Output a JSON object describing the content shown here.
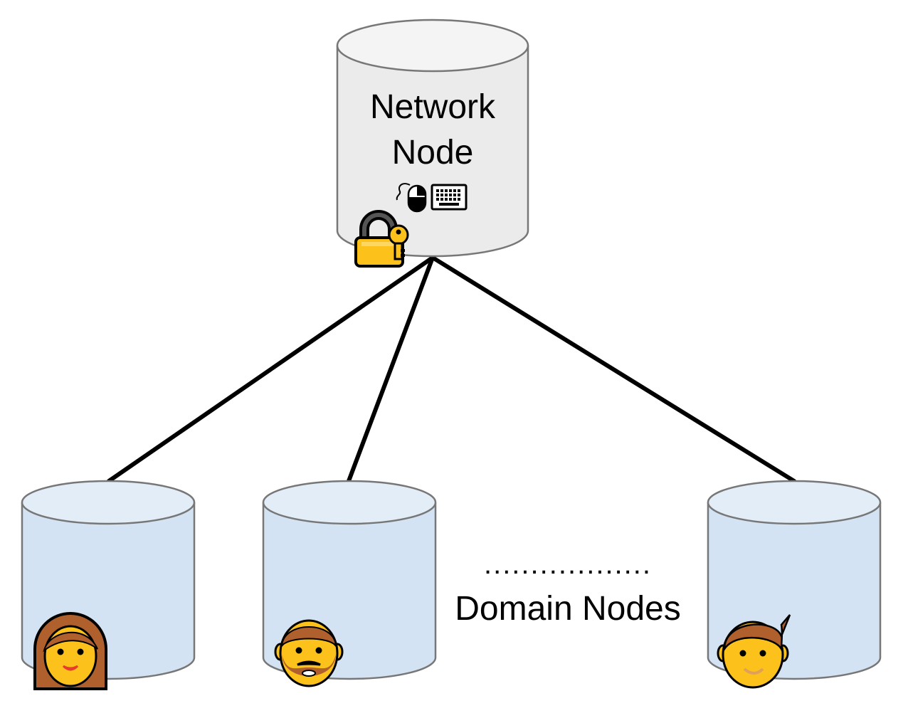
{
  "network_node": {
    "line1": "Network",
    "line2": "Node",
    "icons": [
      "mouse-icon",
      "keyboard-icon",
      "lock-key-icon"
    ],
    "fill_color": "#ebebeb",
    "top_color": "#f4f4f4"
  },
  "domain_nodes": {
    "label": "Domain Nodes",
    "ellipsis": "..................",
    "fill_color": "#d4e3f3",
    "top_color": "#e3edf8",
    "nodes": [
      {
        "avatar": "woman-icon"
      },
      {
        "avatar": "bearded-man-icon"
      },
      {
        "avatar": "man-icon"
      }
    ]
  },
  "colors": {
    "edge": "#000000",
    "outline": "#777777",
    "emoji_skin": "#fcc21b",
    "emoji_hair": "#b0602c",
    "lock_body": "#fcc21b"
  }
}
